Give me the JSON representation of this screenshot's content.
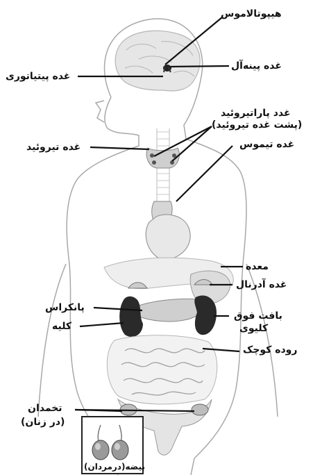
{
  "labels": {
    "hypothalamus": "هیپوتالاموس",
    "pineal": "غده پینه‌آل",
    "pituitary": "غده پیتیاتوری",
    "parathyroid_1": "غدد پاراتیروئید",
    "parathyroid_2": "(پشت غده تیروئید)",
    "thyroid": "غده تیروئید",
    "thymus": "غده تیموس",
    "stomach": "معده",
    "adrenal": "غده آدرنال",
    "pancreas": "پانکراس",
    "kidney": "کلیه",
    "adrenal_tissue_1": "بافت فوق",
    "adrenal_tissue_2": "کلیوی",
    "small_intestine": "روده کوچک",
    "ovary_1": "تخمدان",
    "ovary_2": "(در زنان)",
    "testis": "بیضه(درمردان)"
  },
  "colors": {
    "outline": "#9a9a9a",
    "organ": "#d8d8d8",
    "organ_light": "#e9e9e9",
    "kidney": "#2a2a2a",
    "leader": "#111111"
  }
}
